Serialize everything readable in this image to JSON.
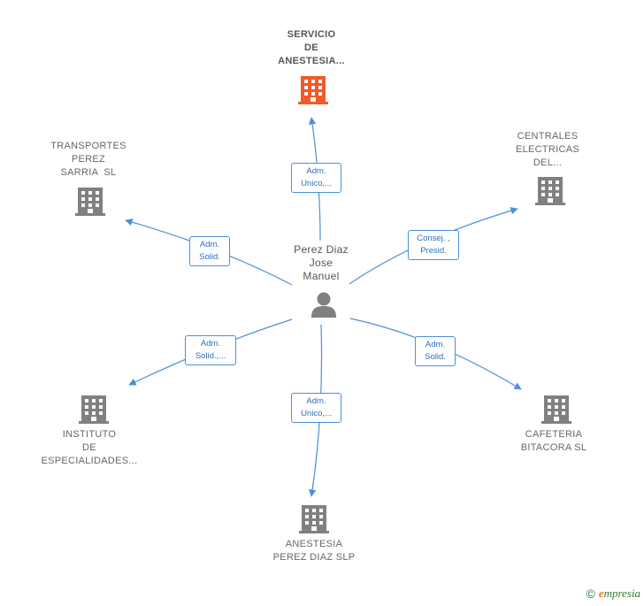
{
  "center": {
    "name_lines": [
      "Perez Diaz",
      "Jose",
      "Manuel"
    ],
    "icon": "person-icon"
  },
  "nodes": [
    {
      "id": "servicio",
      "lines": [
        "SERVICIO",
        "DE",
        "ANESTESIA..."
      ],
      "icon": "building-icon",
      "color": "#f05a28",
      "main": true
    },
    {
      "id": "transportes",
      "lines": [
        "TRANSPORTES",
        "PEREZ",
        "SARRIA  SL"
      ],
      "icon": "building-icon",
      "color": "#808080"
    },
    {
      "id": "centrales",
      "lines": [
        "CENTRALES",
        "ELECTRICAS",
        "DEL..."
      ],
      "icon": "building-icon",
      "color": "#808080"
    },
    {
      "id": "instituto",
      "lines": [
        "INSTITUTO",
        "DE",
        "ESPECIALIDADES..."
      ],
      "icon": "building-icon",
      "color": "#808080"
    },
    {
      "id": "anestesia",
      "lines": [
        "ANESTESIA",
        "PEREZ DIAZ SLP"
      ],
      "icon": "building-icon",
      "color": "#808080"
    },
    {
      "id": "cafeteria",
      "lines": [
        "CAFETERIA",
        "BITACORA SL"
      ],
      "icon": "building-icon",
      "color": "#808080"
    }
  ],
  "edges": [
    {
      "to": "servicio",
      "label_lines": [
        "Adm.",
        "Unico,..."
      ]
    },
    {
      "to": "transportes",
      "label_lines": [
        "Adm.",
        "Solid."
      ]
    },
    {
      "to": "centrales",
      "label_lines": [
        "Consej. ,",
        "Presid."
      ]
    },
    {
      "to": "instituto",
      "label_lines": [
        "Adm.",
        "Solid.,..."
      ]
    },
    {
      "to": "anestesia",
      "label_lines": [
        "Adm.",
        "Unico,..."
      ]
    },
    {
      "to": "cafeteria",
      "label_lines": [
        "Adm.",
        "Solid."
      ]
    }
  ],
  "footer": {
    "copyright_symbol": "©",
    "brand_initial": "e",
    "brand_rest": "mpresia"
  },
  "colors": {
    "edge": "#4a90d9",
    "main_node": "#f05a28",
    "node": "#808080",
    "person": "#808080"
  }
}
